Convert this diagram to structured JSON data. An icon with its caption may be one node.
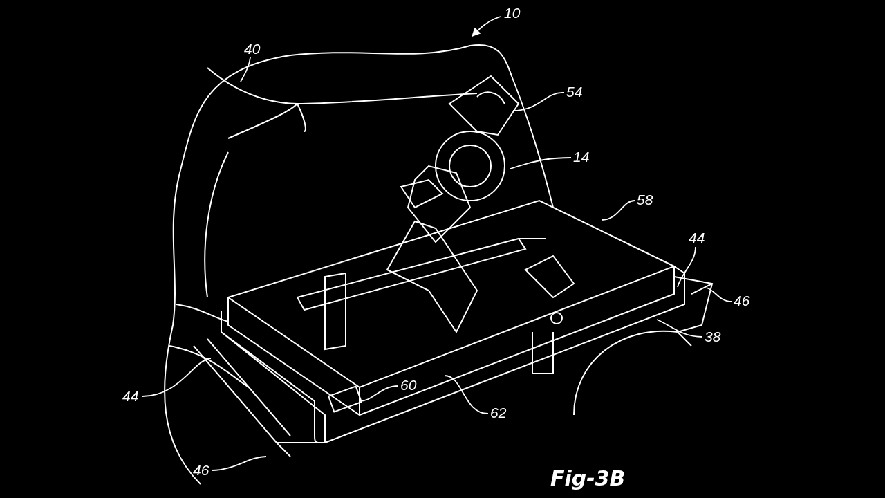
{
  "diagram": {
    "caption": "Fig-3B",
    "nodes": [
      {
        "text": [
          "10"
        ]
      },
      {
        "text": [
          "40"
        ]
      },
      {
        "text": [
          "54"
        ]
      },
      {
        "text": [
          "14"
        ]
      },
      {
        "text": [
          "58"
        ]
      },
      {
        "text": [
          "44"
        ]
      },
      {
        "text": [
          "46"
        ]
      },
      {
        "text": [
          "38"
        ]
      },
      {
        "text": [
          "44"
        ]
      },
      {
        "text": [
          "60"
        ]
      },
      {
        "text": [
          "62"
        ]
      },
      {
        "text": [
          "46"
        ]
      }
    ],
    "edges": [
      {
        "from": 0,
        "to": null,
        "arrow": "to"
      },
      {
        "from": 1,
        "to": null,
        "arrow": "none"
      },
      {
        "from": 2,
        "to": null,
        "arrow": "none"
      },
      {
        "from": 3,
        "to": null,
        "arrow": "none"
      },
      {
        "from": 4,
        "to": null,
        "arrow": "none"
      },
      {
        "from": 5,
        "to": null,
        "arrow": "none"
      },
      {
        "from": 6,
        "to": null,
        "arrow": "none"
      },
      {
        "from": 7,
        "to": null,
        "arrow": "none"
      },
      {
        "from": 8,
        "to": null,
        "arrow": "none"
      },
      {
        "from": 9,
        "to": null,
        "arrow": "none"
      },
      {
        "from": 10,
        "to": null,
        "arrow": "none"
      },
      {
        "from": 11,
        "to": null,
        "arrow": "none"
      }
    ]
  }
}
